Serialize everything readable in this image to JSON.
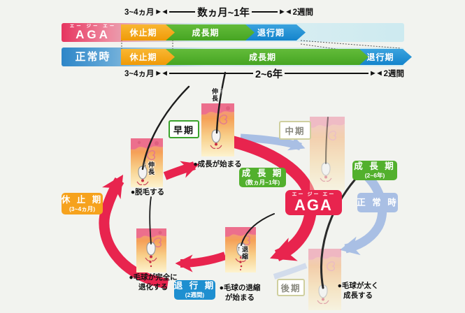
{
  "timeline": {
    "top_ruler": {
      "left": "3~4ヵ月",
      "mid": "数ヵ月~1年",
      "right": "2週間"
    },
    "bottom_ruler": {
      "left": "3~4ヵ月",
      "mid": "2~6年",
      "right": "2週間"
    },
    "rows": [
      {
        "label": "AGA",
        "furigana": "エー ジー エー",
        "segments": [
          {
            "label": "休止期"
          },
          {
            "label": "成長期"
          },
          {
            "label": "退行期"
          }
        ]
      },
      {
        "label": "正常時",
        "segments": [
          {
            "label": "休止期"
          },
          {
            "label": "成長期"
          },
          {
            "label": "退行期"
          }
        ]
      }
    ]
  },
  "cycle": {
    "phases": {
      "early": "早期",
      "middle": "中期",
      "late": "後期"
    },
    "aga_box": {
      "furigana": "エー ジー エー",
      "label": "AGA"
    },
    "growth_aga": {
      "title": "成 長 期",
      "sub": "(数ヵ月~1年)"
    },
    "growth_normal": {
      "title": "成 長 期",
      "sub": "(2~6年)"
    },
    "normal_box": {
      "title": "正 常 時"
    },
    "rest_box": {
      "title": "休 止 期",
      "sub": "(3~4ヵ月)"
    },
    "regression_box": {
      "title": "退 行 期",
      "sub": "(2週間)"
    },
    "captions": {
      "growth_starts": "●成長が始まる",
      "hair_falls": "●脱毛する",
      "bulb_degenerates_l1": "●毛球が完全に",
      "bulb_degenerates_l2": "退化する",
      "bulb_shrinks_l1": "●毛球の退縮",
      "bulb_shrinks_l2": "が始まる",
      "bulb_grows_l1": "●毛球が太く",
      "bulb_grows_l2": "成長する"
    },
    "annotations": {
      "elongate": "伸長",
      "shrink": "退縮"
    }
  },
  "colors": {
    "red": "#e8244e",
    "orange": "#f6a21d",
    "green": "#52b02d",
    "blue": "#1e8fd0",
    "light_blue": "#a9bfe4"
  }
}
